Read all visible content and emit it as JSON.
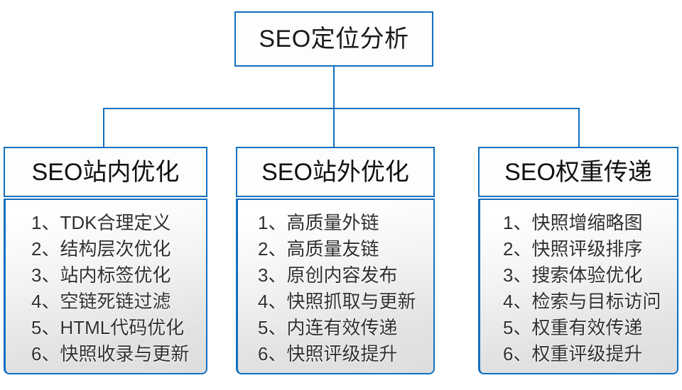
{
  "diagram": {
    "type": "organization-tree",
    "root": {
      "label": "SEO定位分析"
    },
    "accent_color": "#1270c0",
    "text_color": "#303030",
    "columns": [
      {
        "header": "SEO站内优化",
        "items": [
          "1、TDK合理定义",
          "2、结构层次优化",
          "3、站内标签优化",
          "4、空链死链过滤",
          "5、HTML代码优化",
          "6、快照收录与更新"
        ]
      },
      {
        "header": "SEO站外优化",
        "items": [
          "1、高质量外链",
          "2、高质量友链",
          "3、原创内容发布",
          "4、快照抓取与更新",
          "5、内连有效传递",
          "6、快照评级提升"
        ]
      },
      {
        "header": "SEO权重传递",
        "items": [
          "1、快照增缩略图",
          "2、快照评级排序",
          "3、搜索体验优化",
          "4、检索与目标访问",
          "5、权重有效传递",
          "6、权重评级提升"
        ]
      }
    ]
  }
}
